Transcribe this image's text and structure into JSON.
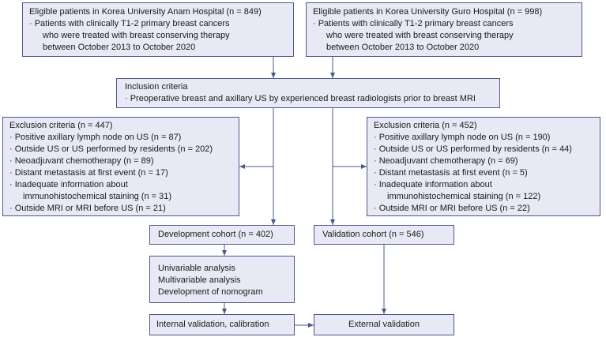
{
  "boxes": {
    "anam": {
      "title": "Eligible patients in Korea University Anam Hospital (n = 849)",
      "l1": "· Patients with clinically T1-2 primary breast cancers",
      "l2": "who were treated with breast conserving therapy",
      "l3": "between October 2013 to October 2020"
    },
    "guro": {
      "title": "Eligible patients in Korea University Guro Hospital (n = 998)",
      "l1": "· Patients with clinically T1-2 primary breast cancers",
      "l2": "who were treated with breast conserving therapy",
      "l3": "between October 2013 to October 2020"
    },
    "inclusion": {
      "title": "Inclusion criteria",
      "l1": "· Preoperative breast and axillary US by experienced breast radiologists prior to breast MRI"
    },
    "excl_left": {
      "title": "Exclusion criteria (n = 447)",
      "items": [
        "· Positive axillary lymph node on US (n = 87)",
        "· Outside US or US performed by residents (n = 202)",
        "· Neoadjuvant chemotherapy (n = 89)",
        "· Distant metastasis at first event (n = 17)",
        "· Inadequate information about",
        "immunohistochemical staining (n = 31)",
        "· Outside MRI or MRI before US (n = 21)"
      ]
    },
    "excl_right": {
      "title": "Exclusion criteria (n = 452)",
      "items": [
        "· Positive axillary lymph node on US (n = 190)",
        "· Outside US or US performed by residents (n = 44)",
        "· Neoadjuvant chemotherapy (n = 69)",
        "· Distant metastasis at first event (n = 5)",
        "· Inadequate information about",
        "immunohistochemical staining (n = 122)",
        "· Outside MRI or MRI before US (n = 22)"
      ]
    },
    "dev_cohort": {
      "label": "Development cohort (n = 402)"
    },
    "val_cohort": {
      "label": "Validation cohort (n = 546)"
    },
    "analysis": {
      "l1": "Univariable analysis",
      "l2": "Multivariable analysis",
      "l3": "Development of nomogram"
    },
    "internal": {
      "label": "Internal validation, calibration"
    },
    "external": {
      "label": "External validation"
    }
  },
  "colors": {
    "box_fill": "#e8e9f5",
    "box_border": "#4a5a8c",
    "arrow": "#4a5a8c"
  }
}
